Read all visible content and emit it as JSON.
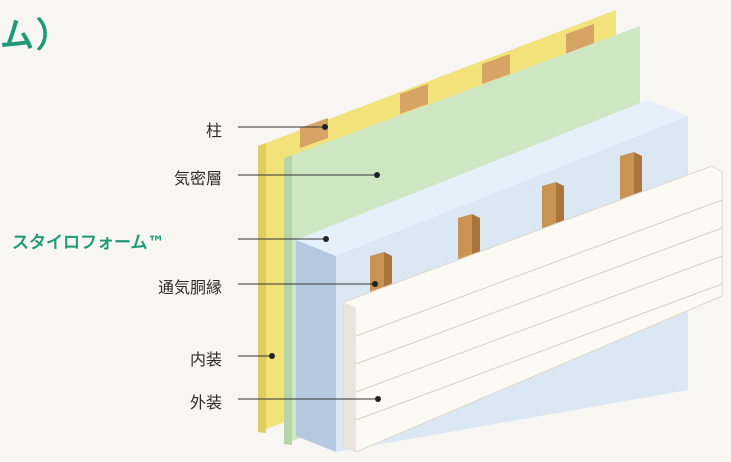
{
  "title_fragment": "ム）",
  "labels": {
    "pillar": "柱",
    "airtight_layer": "気密層",
    "styrofoam": "スタイロフォーム™",
    "furring": "通気胴縁",
    "interior": "内装",
    "exterior": "外装"
  },
  "colors": {
    "brand": "#1f9a78",
    "interior_panel": "#f2e27a",
    "airtight_panel": "#cfe6c3",
    "styrofoam_panel": "#dbe8f4",
    "exterior_panel": "#fbfaf4",
    "stud_wood": "#c99352"
  }
}
